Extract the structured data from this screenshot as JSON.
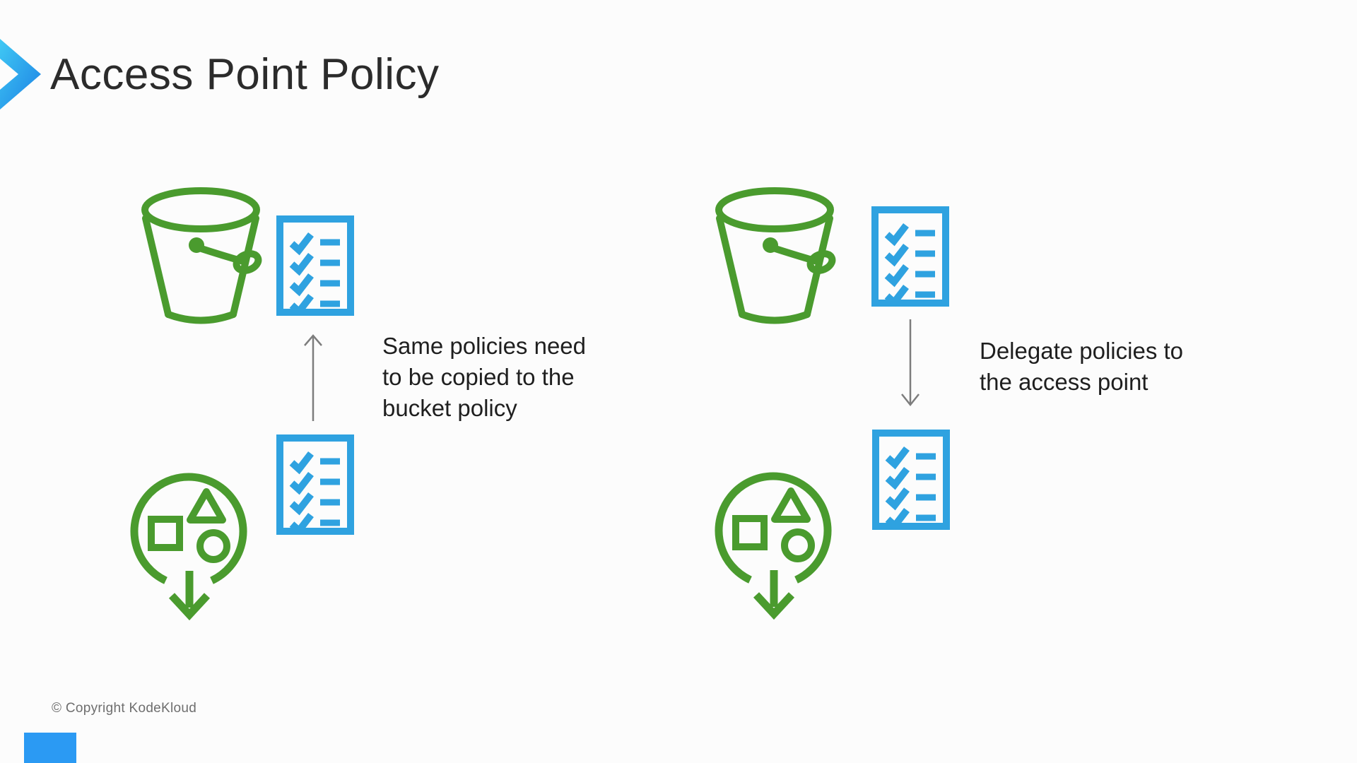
{
  "header": {
    "title": "Access Point Policy"
  },
  "diagram": {
    "left_group": {
      "bucket_icon": "s3-bucket",
      "bucket_policy_icon": "policy-checklist",
      "access_point_icon": "s3-access-point",
      "access_point_policy_icon": "policy-checklist",
      "arrow_direction": "up",
      "label": "Same policies need to be copied to the bucket policy",
      "label_lines": [
        "Same policies need",
        "to be copied to the",
        "bucket policy"
      ]
    },
    "right_group": {
      "bucket_icon": "s3-bucket",
      "bucket_policy_icon": "policy-checklist",
      "access_point_icon": "s3-access-point",
      "access_point_policy_icon": "policy-checklist",
      "arrow_direction": "down",
      "label": "Delegate policies to the access point",
      "label_lines": [
        "Delegate policies to",
        "the access point"
      ]
    }
  },
  "footer": {
    "copyright": "© Copyright KodeKloud"
  },
  "colors": {
    "background": "#FCFCFC",
    "icon_green": "#4A9B2E",
    "icon_blue": "#2FA2E0",
    "chevron_gradient_start": "#40C9F4",
    "chevron_gradient_end": "#1C80E4",
    "title_text": "#2B2B2B",
    "label_text": "#1F1F1F",
    "arrow_gray": "#7D7D7D",
    "copyright_text": "#6E6E6E",
    "progress_bar": "#2B9AF3"
  }
}
